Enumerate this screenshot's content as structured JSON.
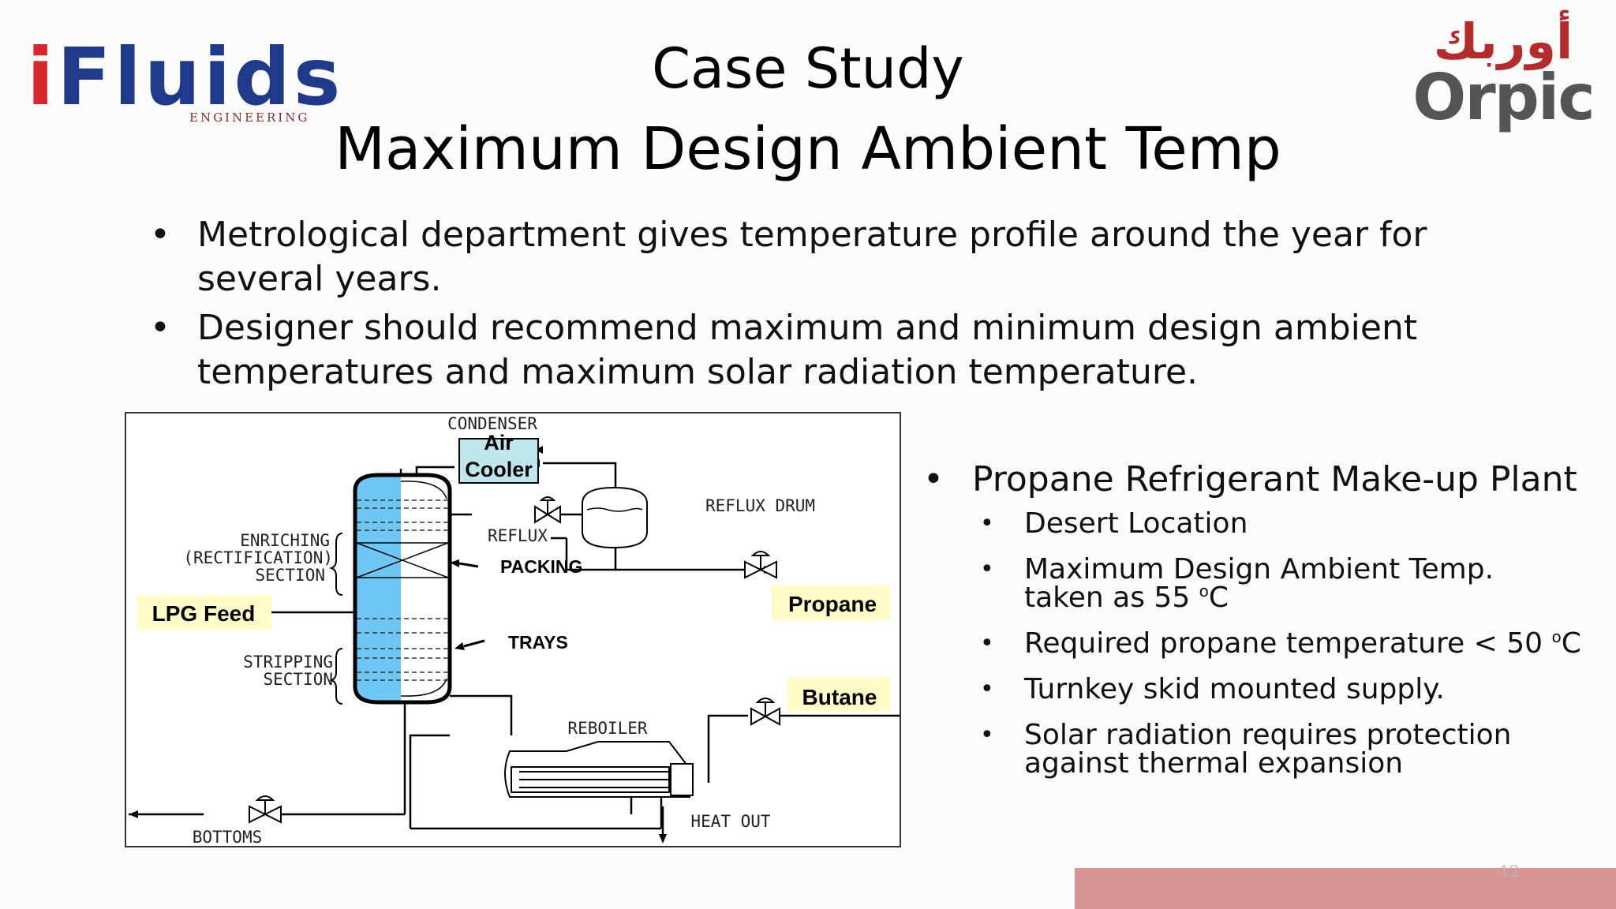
{
  "logos": {
    "left_text": "iFluids",
    "left_sub": "ENGINEERING",
    "right_arabic": "أوربك",
    "right_text": "Orpic"
  },
  "title": {
    "line1": "Case Study",
    "line2": "Maximum Design Ambient Temp"
  },
  "bullets": [
    "Metrological department gives temperature profile around the year for several years.",
    "Designer should  recommend maximum and minimum design ambient temperatures and maximum solar radiation temperature."
  ],
  "diagram": {
    "condenser": "CONDENSER",
    "air_cooler_line1": "Air",
    "air_cooler_line2": "Cooler",
    "reflux_drum": "REFLUX DRUM",
    "reflux": "REFLUX",
    "packing": "PACKING",
    "enriching_line1": "ENRICHING",
    "enriching_line2": "(RECTIFICATION)",
    "enriching_line3": "SECTION",
    "lpg_feed": "LPG Feed",
    "propane": "Propane",
    "trays": "TRAYS",
    "stripping_line1": "STRIPPING",
    "stripping_line2": "SECTION",
    "butane": "Butane",
    "reboiler": "REBOILER",
    "bottoms": "BOTTOMS",
    "heat_out": "HEAT OUT"
  },
  "plant": {
    "heading": "Propane Refrigerant Make-up Plant",
    "items": {
      "desert": "Desert Location",
      "max_temp_line1": "Maximum Design Ambient Temp.",
      "max_temp_line2": "taken as 55",
      "required": "Required propane temperature < 50",
      "turnkey": "Turnkey skid mounted supply.",
      "solar_line1": "Solar radiation requires protection",
      "solar_line2": "against thermal expansion"
    },
    "degree_sup": "o",
    "unit_c": "C"
  },
  "page_number": "12",
  "colors": {
    "footer_bar": "#d99494",
    "column_fill": "#6ec6f5",
    "label_bg": "#fffcc8",
    "cooler_bg": "#bfe6ec"
  }
}
